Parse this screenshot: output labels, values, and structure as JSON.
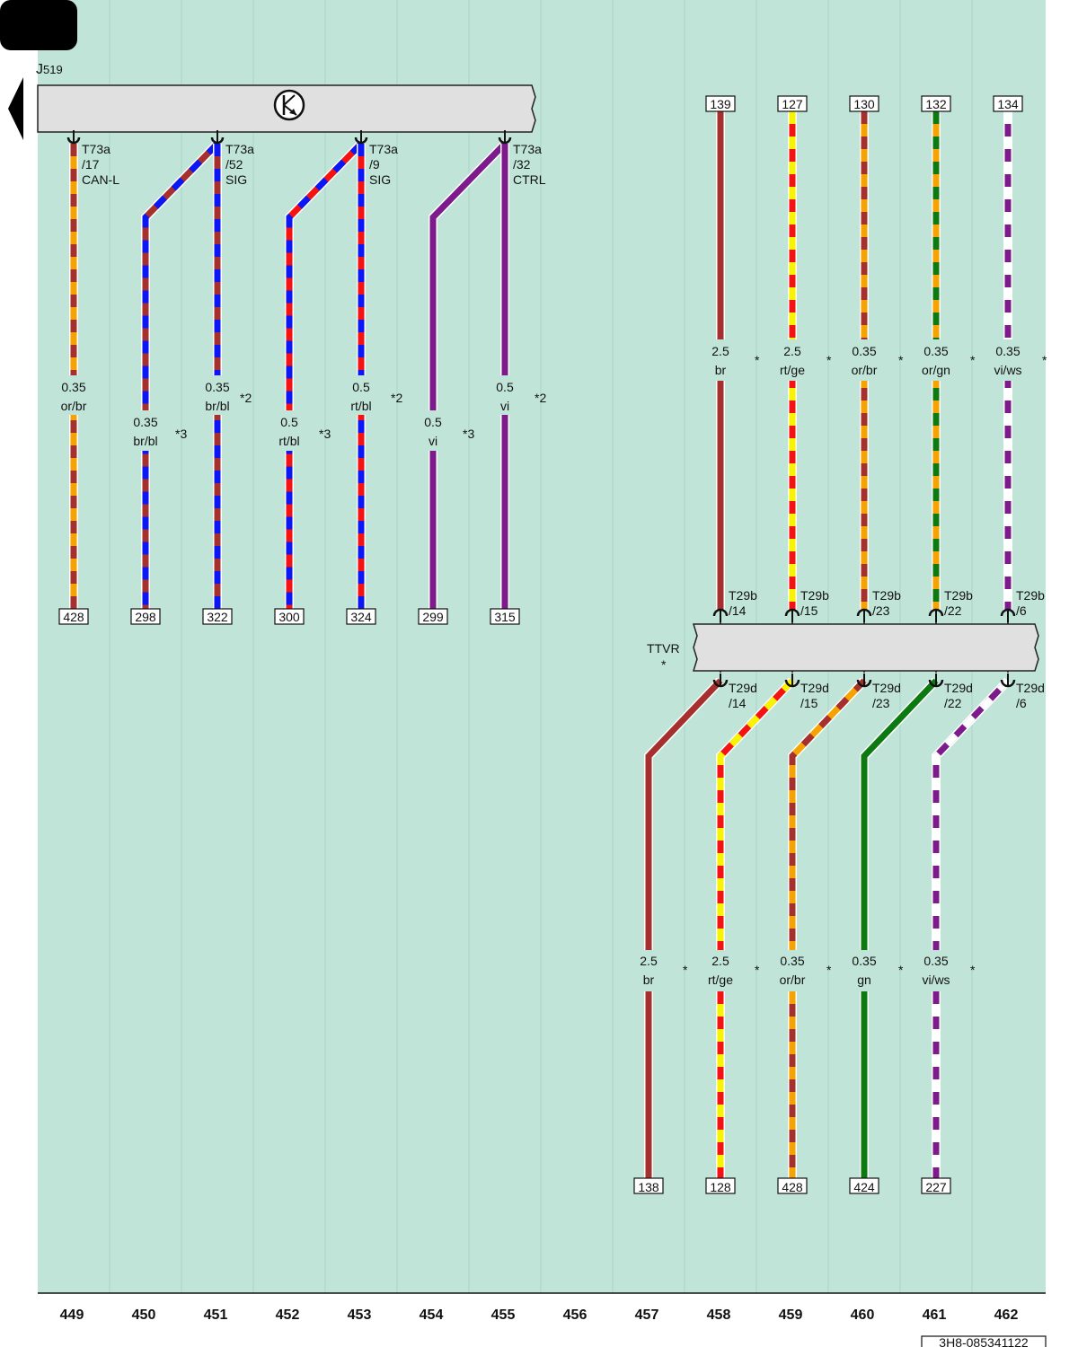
{
  "colors": {
    "background": "#c0e4d8",
    "br": "#a5302e",
    "or": "#f5a300",
    "bl": "#0b17f5",
    "rt": "#f51212",
    "vi": "#7d1b8c",
    "ge": "#f8f400",
    "gn": "#0d7a11",
    "ws": "#ffffff",
    "connector": "#e0e0e0"
  },
  "header": {
    "component": "J",
    "component_sub": "519",
    "doc_number": "3H8-085341122"
  },
  "bottom_connector": {
    "label": "TTVR",
    "note": "*"
  },
  "columns": [
    "449",
    "450",
    "451",
    "452",
    "453",
    "454",
    "455",
    "456",
    "457",
    "458",
    "459",
    "460",
    "461",
    "462"
  ],
  "j519_pins": [
    {
      "id": "p17",
      "pin": "T73a",
      "sub": "/17",
      "signal": "CAN-L"
    },
    {
      "id": "p52",
      "pin": "T73a",
      "sub": "/52",
      "signal": "SIG"
    },
    {
      "id": "p9",
      "pin": "T73a",
      "sub": "/9",
      "signal": "SIG"
    },
    {
      "id": "p32",
      "pin": "T73a",
      "sub": "/32",
      "signal": "CTRL"
    }
  ],
  "left_wires": [
    {
      "size": "0.35",
      "color": "or/br",
      "note": "",
      "end": "428"
    },
    {
      "size": "0.35",
      "color": "br/bl",
      "note": "*3",
      "end": "298"
    },
    {
      "size": "0.35",
      "color": "br/bl",
      "note": "*2",
      "end": "322"
    },
    {
      "size": "0.5",
      "color": "rt/bl",
      "note": "*3",
      "end": "300"
    },
    {
      "size": "0.5",
      "color": "rt/bl",
      "note": "*2",
      "end": "324"
    },
    {
      "size": "0.5",
      "color": "vi",
      "note": "*3",
      "end": "299"
    },
    {
      "size": "0.5",
      "color": "vi",
      "note": "*2",
      "end": "315"
    }
  ],
  "right_top_wires": [
    {
      "start": "139",
      "size": "2.5",
      "color": "br",
      "note": "*",
      "pin": "T29b",
      "sub": "/14"
    },
    {
      "start": "127",
      "size": "2.5",
      "color": "rt/ge",
      "note": "*",
      "pin": "T29b",
      "sub": "/15"
    },
    {
      "start": "130",
      "size": "0.35",
      "color": "or/br",
      "note": "*",
      "pin": "T29b",
      "sub": "/23"
    },
    {
      "start": "132",
      "size": "0.35",
      "color": "or/gn",
      "note": "*",
      "pin": "T29b",
      "sub": "/22"
    },
    {
      "start": "134",
      "size": "0.35",
      "color": "vi/ws",
      "note": "*",
      "pin": "T29b",
      "sub": "/6"
    }
  ],
  "right_bottom_wires": [
    {
      "pin": "T29d",
      "sub": "/14",
      "size": "2.5",
      "color": "br",
      "note": "*",
      "end": "138"
    },
    {
      "pin": "T29d",
      "sub": "/15",
      "size": "2.5",
      "color": "rt/ge",
      "note": "*",
      "end": "128"
    },
    {
      "pin": "T29d",
      "sub": "/23",
      "size": "0.35",
      "color": "or/br",
      "note": "*",
      "end": "428"
    },
    {
      "pin": "T29d",
      "sub": "/22",
      "size": "0.35",
      "color": "gn",
      "note": "*",
      "end": "424"
    },
    {
      "pin": "T29d",
      "sub": "/6",
      "size": "0.35",
      "color": "vi/ws",
      "note": "*",
      "end": "227"
    }
  ]
}
